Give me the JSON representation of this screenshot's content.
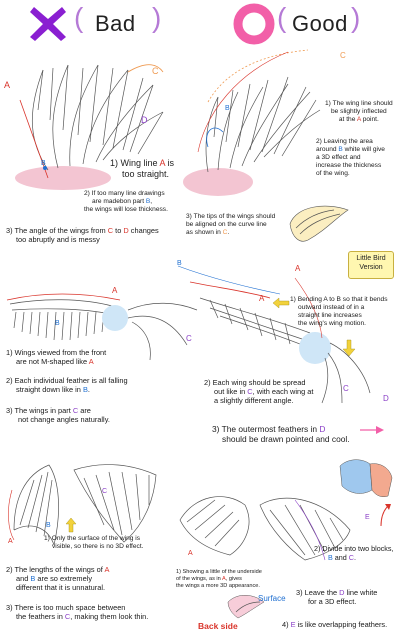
{
  "headers": {
    "bad": "Bad",
    "good": "Good",
    "open_paren": "(",
    "close_paren": ")"
  },
  "labels": {
    "A": "A",
    "B": "B",
    "C": "C",
    "D": "D",
    "E": "E"
  },
  "bad_top": {
    "n1_pre": "1) Wing line ",
    "n1_mark": "A",
    "n1_post": " is",
    "n1_line2": "too straight.",
    "n2_line1_pre": "2) If too many line drawings",
    "n2_line2_pre": "are madebon part ",
    "n2_line2_mark": "B",
    "n2_line2_post": ",",
    "n2_line3": "the wings will lose thickness.",
    "n3_line1_pre": "3) The angle of the wings from ",
    "n3_c": "C",
    "n3_mid": " to ",
    "n3_d": "D",
    "n3_post": " changes",
    "n3_line2": "too abruptly and is messy"
  },
  "good_top": {
    "n1_line1": "1) The wing line should",
    "n1_line2": "be slightly inflected",
    "n1_line3_pre": "at the ",
    "n1_line3_mark": "A",
    "n1_line3_post": " point.",
    "n2_line1": "2) Leaving the area",
    "n2_line2_pre": "around ",
    "n2_line2_mark": "B",
    "n2_line2_post": " white will give",
    "n2_line3": "a 3D effect and",
    "n2_line4": "increase the thickness",
    "n2_line5": "of the wing.",
    "n3_line1": "3) The tips of the wings should",
    "n3_line2": "be aligned on the curve line",
    "n3_line3_pre": "as shown in ",
    "n3_line3_mark": "C",
    "n3_line3_post": ".",
    "little_bird_line1": "Little Bird",
    "little_bird_line2": "Version"
  },
  "bad_mid": {
    "n1_line1": "1) Wings viewed from the front",
    "n1_line2_pre": "are not M-shaped like ",
    "n1_line2_mark": "A",
    "n2_line1": "2) Each individual feather is all falling",
    "n2_line2_pre": "straight down like in ",
    "n2_line2_mark": "B",
    "n2_line2_post": ".",
    "n3_line1_pre": "3) The wings in part ",
    "n3_line1_mark": "C",
    "n3_line1_post": " are",
    "n3_line2": "not change angles naturally."
  },
  "good_mid": {
    "n1_line1": "1) Bending A to B so that it bends",
    "n1_line2": "outward instead of in a",
    "n1_line3": "straight line increases",
    "n1_line4": "the wing's wing motion.",
    "n2_line1": "2) Each wing should be spread",
    "n2_line2_pre": "out like in ",
    "n2_line2_mark": "C",
    "n2_line2_post": ", with each wing at",
    "n2_line3": "a slightly different angle.",
    "n3_line1_pre": "3) The outermost feathers in ",
    "n3_line1_mark": "D",
    "n3_line2": "should be drawn pointed and cool."
  },
  "bad_bottom": {
    "n1_line1": "1) Only the surface of the wing is",
    "n1_line2": "visible, so there is no 3D effect.",
    "n2_line1_pre": "2) The lengths of the wings of ",
    "n2_line1_mark": "A",
    "n2_line2_pre": "and ",
    "n2_line2_mark": "B",
    "n2_line2_post": " are so extremely",
    "n2_line3": "different that it is unnatural.",
    "n3_line1": "3) There is too much space between",
    "n3_line2_pre": "the feathers in ",
    "n3_line2_mark": "C",
    "n3_line2_post": ", making them look thin."
  },
  "good_bottom": {
    "n1_line1": "1) Showing a little of the underside",
    "n1_line2_pre": "of the wings, as in ",
    "n1_line2_mark": "A",
    "n1_line2_post": ", gives",
    "n1_line3": "the wings a more 3D appearance.",
    "surface": "Surface",
    "back_side": "Back side",
    "n2_line1": "2) Divide into two blocks,",
    "n2_line2_b": "B",
    "n2_line2_mid": " and ",
    "n2_line2_c": "C",
    "n2_line2_post": ".",
    "n3_line1_pre": "3) Leave the ",
    "n3_line1_mark": "D",
    "n3_line1_post": " line white",
    "n3_line2": "for a 3D effect.",
    "n4_pre": "4) ",
    "n4_mark": "E",
    "n4_post": " is like overlapping feathers."
  },
  "colors": {
    "bad_x": "#8a1fd1",
    "good_o": "#f25fa8",
    "paren": "#b57ad6",
    "accent_red": "#d9342b",
    "accent_purple": "#8a3fc7",
    "pink_shadow": "#f3c5d2",
    "light_blue": "#cfe6f7",
    "yellow": "#f2d23c",
    "orange": "#ef9b53"
  },
  "icons": {
    "bad": "cross-icon",
    "good": "circle-icon"
  }
}
